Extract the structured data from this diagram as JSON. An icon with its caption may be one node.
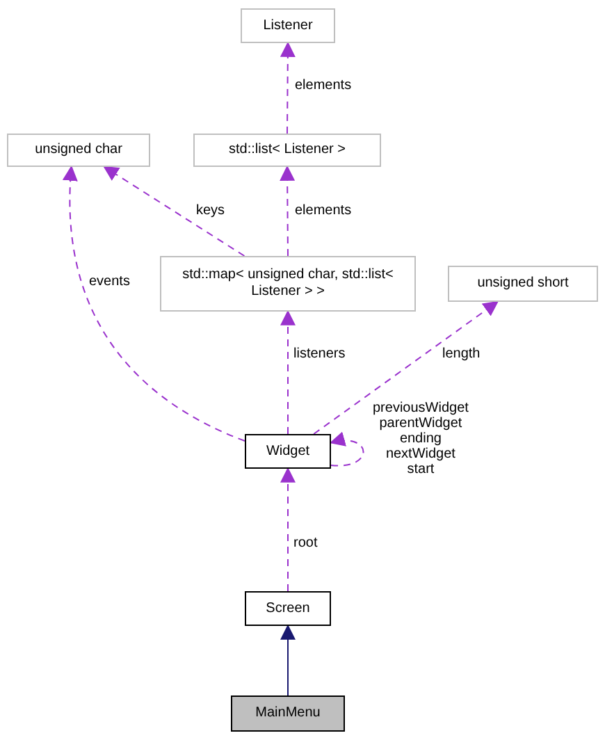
{
  "diagram": {
    "nodes": [
      {
        "text": [
          "Listener"
        ]
      },
      {
        "text": [
          "unsigned char"
        ]
      },
      {
        "text": [
          "std::list< Listener >"
        ]
      },
      {
        "text": [
          "std::map< unsigned char, std::list< Listener > >"
        ]
      },
      {
        "text": [
          "unsigned short"
        ]
      },
      {
        "text": [
          "Widget"
        ]
      },
      {
        "text": [
          "Screen"
        ]
      },
      {
        "text": [
          "MainMenu"
        ]
      }
    ],
    "edges": [
      {
        "from": 2,
        "to": 0,
        "arrow": "to",
        "label": "elements",
        "style": "dashed"
      },
      {
        "from": 3,
        "to": 1,
        "arrow": "to",
        "label": "keys",
        "style": "dashed"
      },
      {
        "from": 3,
        "to": 2,
        "arrow": "to",
        "label": "elements",
        "style": "dashed"
      },
      {
        "from": 5,
        "to": 1,
        "arrow": "to",
        "label": "events",
        "style": "dashed"
      },
      {
        "from": 5,
        "to": 3,
        "arrow": "to",
        "label": "listeners",
        "style": "dashed"
      },
      {
        "from": 5,
        "to": 4,
        "arrow": "to",
        "label": "length",
        "style": "dashed"
      },
      {
        "from": 5,
        "to": 5,
        "arrow": "to",
        "label": "previousWidget parentWidget ending nextWidget start",
        "style": "dashed"
      },
      {
        "from": 6,
        "to": 5,
        "arrow": "to",
        "label": "root",
        "style": "dashed"
      },
      {
        "from": 7,
        "to": 6,
        "arrow": "to",
        "color": "#191970"
      }
    ]
  }
}
